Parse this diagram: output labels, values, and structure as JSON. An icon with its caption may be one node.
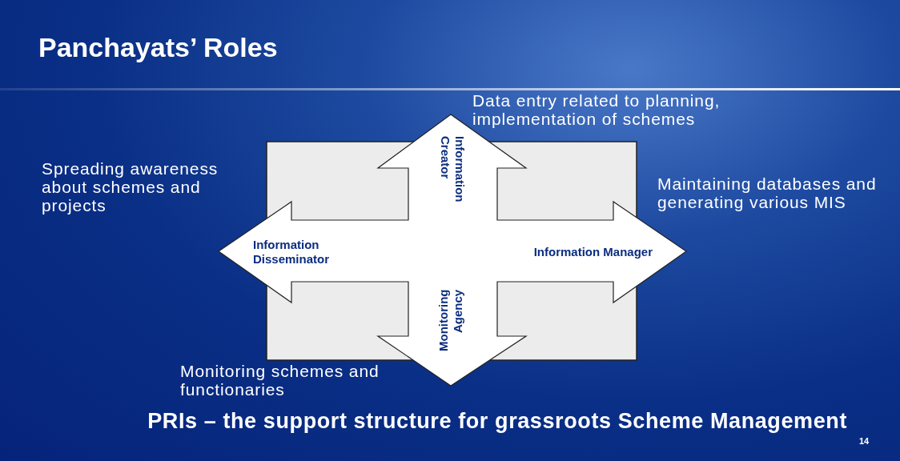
{
  "diagram": {
    "title": "Panchayats’ Roles",
    "caption": "PRIs – the support structure for grassroots Scheme Management",
    "nodes": [
      {
        "text": [
          "Information Creator"
        ],
        "beside": [
          "Data entry related to planning, implementation of schemes"
        ]
      },
      {
        "text": [
          "Information Disseminator"
        ],
        "beside": [
          "Spreading awareness about schemes and projects"
        ]
      },
      {
        "text": [
          "Information Manager"
        ],
        "beside": [
          "Maintaining databases and generating various MIS"
        ]
      },
      {
        "text": [
          "Monitoring Agency"
        ],
        "beside": [
          "Monitoring schemes and functionaries"
        ]
      }
    ],
    "labels": [
      "14"
    ]
  }
}
